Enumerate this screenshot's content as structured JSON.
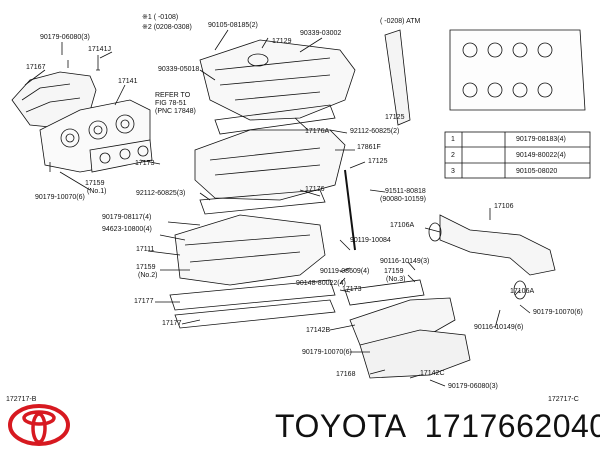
{
  "notes": {
    "note1": "※1 (    -0108)",
    "note2": "※2 (0208-0308)",
    "refer": [
      "REFER TO",
      "FIG 78-51",
      "(PNC 17848)"
    ],
    "atm": "(    -0208) ATM"
  },
  "labels": [
    "90179-06080(3)",
    "17141J",
    "17167",
    "17141",
    "17173",
    "17159",
    "(No.1)",
    "90179-10070(6)",
    "90105-08185(2)",
    "17129",
    "90339-03002",
    "90339-05018",
    "17176A",
    "92112-60825(2)",
    "17861F",
    "17125",
    "17125",
    "92112-60825(3)",
    "17176",
    "91511-80818",
    "(90080-10159)",
    "90179-08117(4)",
    "94623-10800(4)",
    "17111",
    "17159",
    "(No.2)",
    "17177",
    "17177",
    "90119-10084",
    "90119-08609(4)",
    "90148-80022(4)",
    "90116-10149(3)",
    "17159",
    "(No.3)",
    "17173",
    "17106A",
    "17106",
    "17106A",
    "90179-10070(6)",
    "90116-10149(6)",
    "17142B",
    "90179-10070(6)",
    "17142C",
    "17168",
    "90179-06080(3)"
  ],
  "legend": [
    {
      "no": "1",
      "part": "90179-08183(4)"
    },
    {
      "no": "2",
      "part": "90149-80022(4)"
    },
    {
      "no": "3",
      "part": "90105-08020"
    }
  ],
  "corners": {
    "left": "172717-B",
    "right": "172717-C"
  },
  "brand": {
    "name": "TOYOTA",
    "part_number": "1717662040"
  },
  "icons": {
    "logo": "toyota-logo",
    "accent": "#d71920"
  }
}
